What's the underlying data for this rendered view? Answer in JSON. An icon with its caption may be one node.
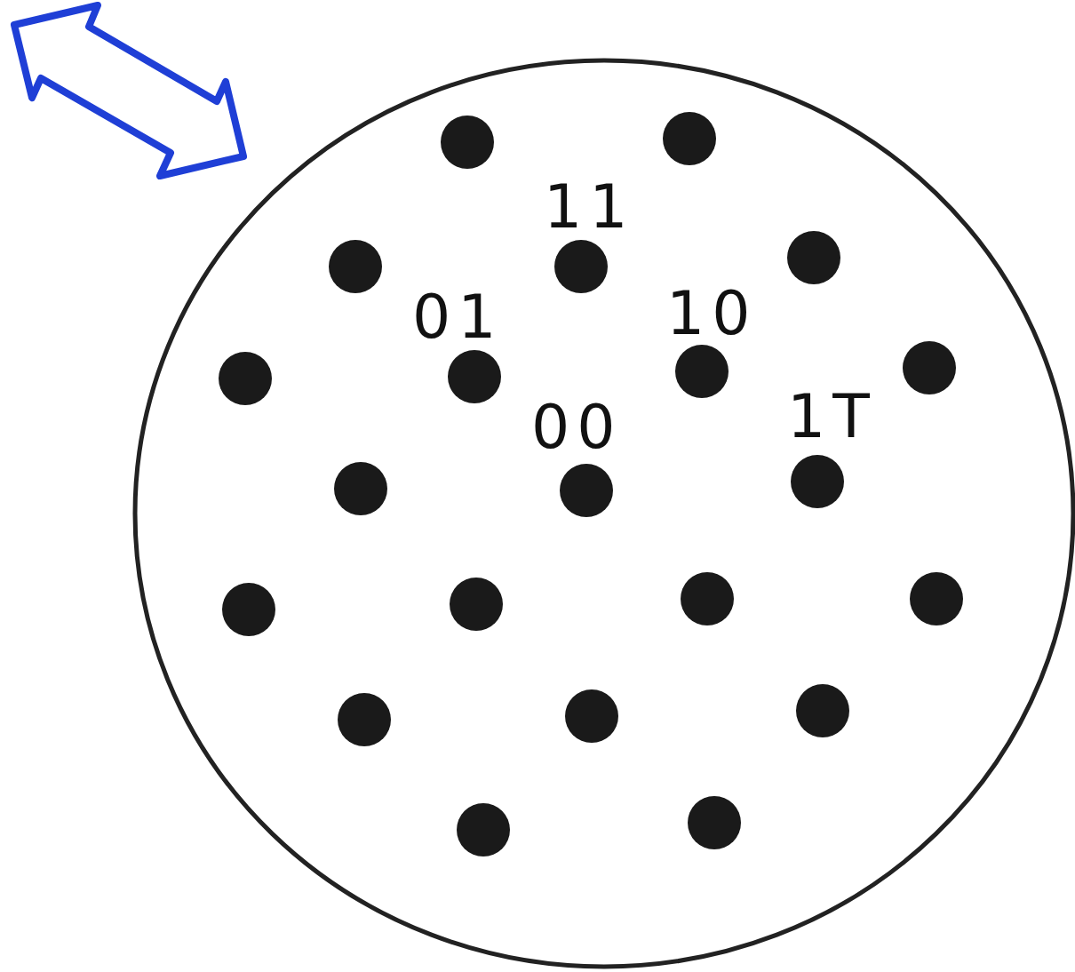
{
  "diagram": {
    "labels": [
      "11",
      "01",
      "10",
      "1T",
      "00"
    ]
  }
}
